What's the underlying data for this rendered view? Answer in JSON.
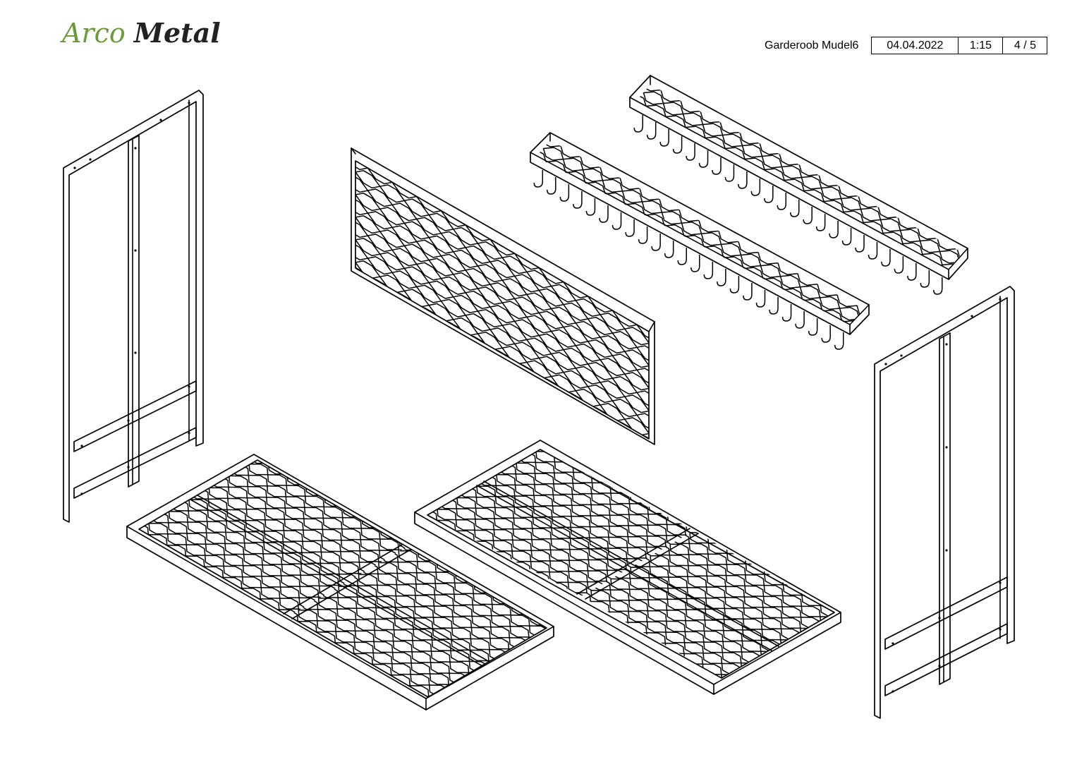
{
  "brand": {
    "word1": "Arco",
    "word2": "Metal",
    "word1_color": "#6a9a3a",
    "word2_color": "#222222"
  },
  "title_block": {
    "name": "Garderoob Mudel6",
    "date": "04.04.2022",
    "scale": "1:15",
    "page": "4 / 5"
  },
  "parts": [
    {
      "id": "side-frame-left",
      "kind": "side-frame"
    },
    {
      "id": "mesh-back-panel",
      "kind": "mesh-panel"
    },
    {
      "id": "hook-rail-front",
      "kind": "hook-rail",
      "hooks": 24
    },
    {
      "id": "hook-rail-rear",
      "kind": "hook-rail",
      "hooks": 24
    },
    {
      "id": "shelf-left",
      "kind": "mesh-shelf"
    },
    {
      "id": "shelf-right",
      "kind": "mesh-shelf"
    },
    {
      "id": "side-frame-right",
      "kind": "side-frame"
    }
  ]
}
